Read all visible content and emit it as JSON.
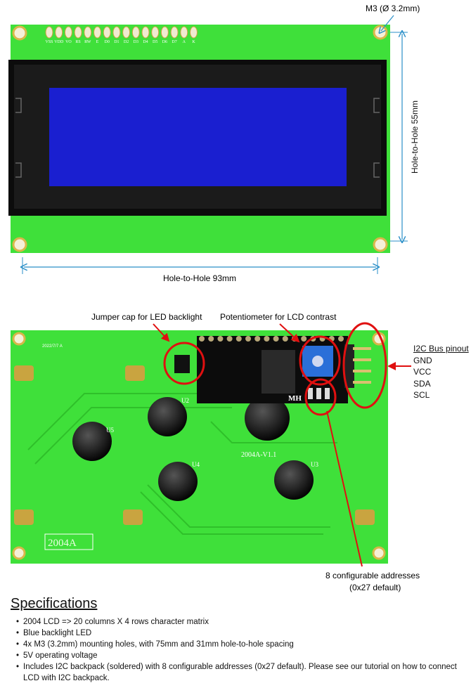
{
  "top_view": {
    "pin_labels": [
      "VSS",
      "VDD",
      "VO",
      "RS",
      "RW",
      "E",
      "D0",
      "D1",
      "D2",
      "D3",
      "D4",
      "D5",
      "D6",
      "D7",
      "A",
      "K"
    ],
    "hole_label": "M3 (Ø 3.2mm)",
    "height_label": "Hole-to-Hole 55mm",
    "width_label": "Hole-to-Hole 93mm"
  },
  "bottom_view": {
    "jumper_label": "Jumper cap for LED  backlight",
    "pot_label": "Potentiometer for LCD contrast",
    "i2c": {
      "title": "I2C Bus pinout",
      "pins": [
        "GND",
        "VCC",
        "SDA",
        "SCL"
      ]
    },
    "address_label": "8 configurable addresses",
    "address_default": "(0x27 default)",
    "silkscreen_model": "2004A-V1.1",
    "silkscreen_name": "2004A",
    "silkscreen_date": "2022/7/7 A",
    "backpack_mark": "MH",
    "chip_labels": [
      "U2",
      "U3",
      "U4",
      "U5"
    ]
  },
  "colors": {
    "pcb": "#3fe03a",
    "display": "#1a1fd0",
    "annotation": "#e01010",
    "dimension": "#2a8fc8"
  },
  "specifications": {
    "title": "Specifications",
    "items": [
      "2004 LCD => 20 columns X 4 rows character matrix",
      "Blue backlight LED",
      "4x M3 (3.2mm) mounting holes, with 75mm and 31mm hole-to-hole spacing",
      "5V operating voltage",
      "Includes I2C backpack (soldered) with 8 configurable addresses (0x27 default). Please see our tutorial on how to connect LCD with I2C backpack."
    ]
  }
}
